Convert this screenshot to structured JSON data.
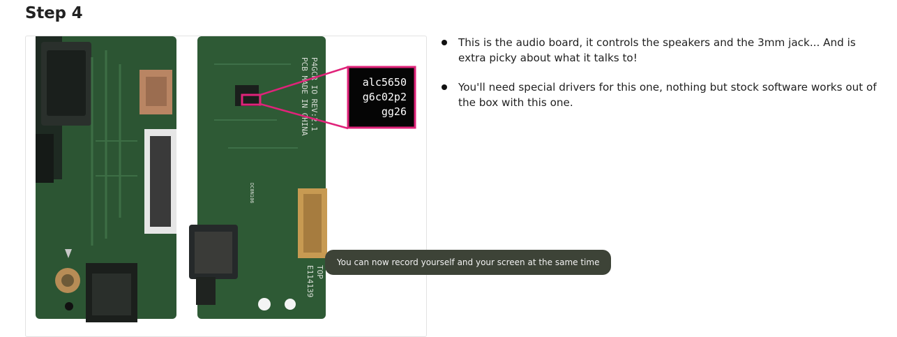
{
  "step": {
    "title": "Step 4"
  },
  "image": {
    "chip_callout_lines": [
      "alc5650",
      "g6c02p2",
      "gg26"
    ],
    "board_silkscreen_lines": [
      "P4GCR IO REV:2.1",
      "PCB MADE IN CHINA"
    ],
    "board_bottom_marks": [
      "TOP",
      "E114139"
    ],
    "connector_label": "DC0N106",
    "colors": {
      "pcb": "#2f5a36",
      "callout": "#e0237a",
      "gold_pad": "#c79a52"
    }
  },
  "bullets": [
    {
      "text": "This is the audio board, it controls the speakers and the 3mm jack... And is extra picky about what it talks to!"
    },
    {
      "text": "You'll need special drivers for this one, nothing but stock software works out of the box with this one."
    }
  ],
  "toast": {
    "text": "You can now record yourself and your screen at the same time"
  }
}
